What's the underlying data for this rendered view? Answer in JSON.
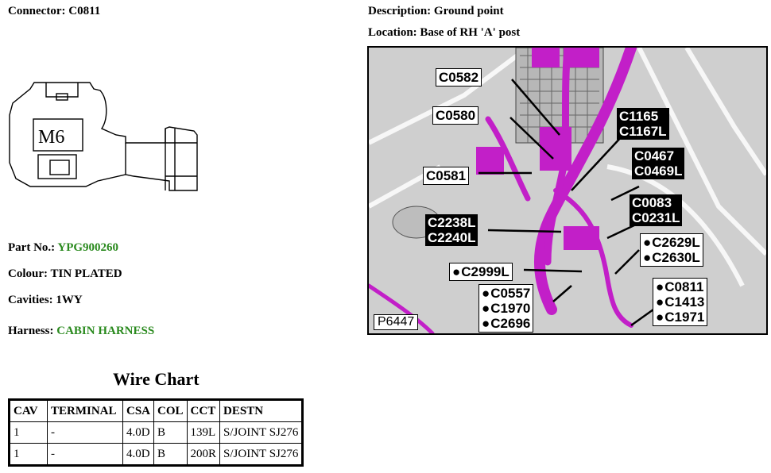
{
  "connector": {
    "label": "Connector:",
    "value": "C0811"
  },
  "description": {
    "label": "Description:",
    "value": "Ground point"
  },
  "location": {
    "label": "Location:",
    "value": "Base of RH 'A' post"
  },
  "connector_drawing": {
    "text": "M6"
  },
  "part_no": {
    "label": "Part No.:",
    "value": "YPG900260"
  },
  "colour": {
    "label": "Colour:",
    "value": "TIN PLATED"
  },
  "cavities": {
    "label": "Cavities:",
    "value": "1WY"
  },
  "harness": {
    "label": "Harness:",
    "value": "CABIN HARNESS"
  },
  "wire_chart": {
    "title": "Wire Chart",
    "headers": [
      "CAV",
      "TERMINAL",
      "CSA",
      "COL",
      "CCT",
      "DESTN"
    ],
    "rows": [
      [
        "1",
        "-",
        "4.0D",
        "B",
        "139L",
        "S/JOINT SJ276"
      ],
      [
        "1",
        "-",
        "4.0D",
        "B",
        "200R",
        "S/JOINT SJ276"
      ]
    ]
  },
  "photo": {
    "ref": "P6447",
    "callouts": {
      "c0582": [
        "C0582"
      ],
      "c0580": [
        "C0580"
      ],
      "c0581": [
        "C0581"
      ],
      "c1165": [
        "C1165",
        "C1167L"
      ],
      "c0467": [
        "C0467",
        "C0469L"
      ],
      "c0083": [
        "C0083",
        "C0231L"
      ],
      "c2238": [
        "C2238L",
        "C2240L"
      ],
      "c2629": [
        "C2629L",
        "C2630L"
      ],
      "c2999": [
        "C2999L"
      ],
      "c0557": [
        "C0557",
        "C1970",
        "C2696"
      ],
      "c0811": [
        "C0811",
        "C1413",
        "C1971"
      ]
    },
    "colors": {
      "harness": "#c21fc8",
      "background": "#cfcfcf"
    }
  }
}
